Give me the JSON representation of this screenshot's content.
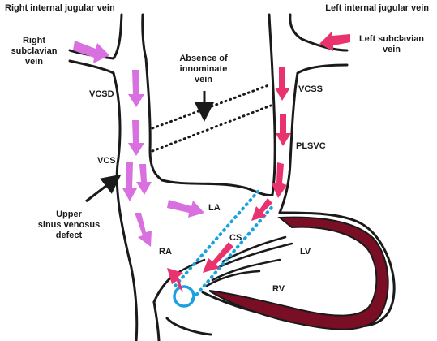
{
  "labels": {
    "right_ijv": "Right internal jugular vein",
    "left_ijv": "Left internal jugular vein",
    "right_subclavian": "Right subclavian\nvein",
    "left_subclavian": "Left subclavian\nvein",
    "absence_innominate": "Absence of\ninnominate\nvein",
    "vcsd": "VCSD",
    "vcss": "VCSS",
    "vcs": "VCS",
    "plsvc": "PLSVC",
    "la": "LA",
    "cs": "CS",
    "ra": "RA",
    "lv": "LV",
    "rv": "RV",
    "upper_sinus_defect": "Upper\nsinus venosus\ndefect"
  },
  "colors": {
    "outline": "#1a1a1a",
    "arrow_pink": "#d970e0",
    "arrow_red": "#e8336e",
    "myocardium": "#7a0e24",
    "dotted_path": "#1aa1e0"
  }
}
